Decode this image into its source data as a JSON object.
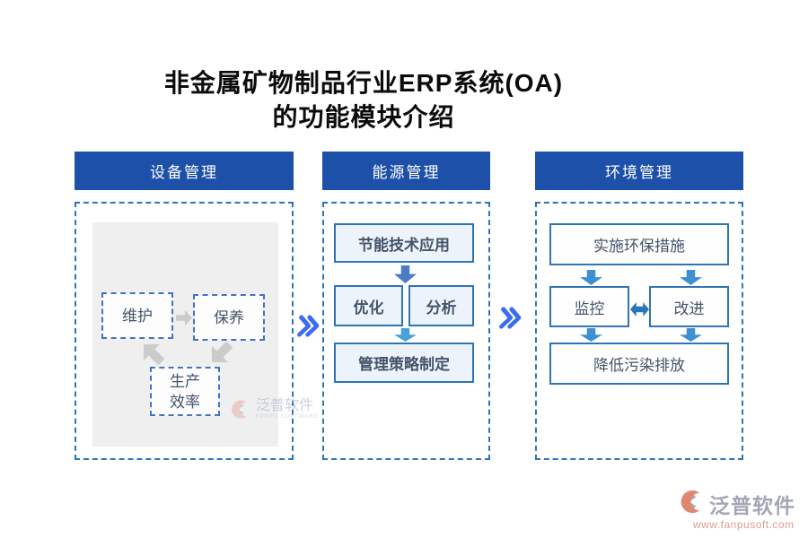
{
  "title": {
    "line1": "非金属矿物制品行业ERP系统(OA)",
    "line2": "的功能模块介绍"
  },
  "columns": [
    {
      "header": "设备管理",
      "boxes": [
        "维护",
        "保养",
        "生产\n效率"
      ]
    },
    {
      "header": "能源管理",
      "boxes": [
        "节能技术应用",
        "优化",
        "分析",
        "管理策略制定"
      ]
    },
    {
      "header": "环境管理",
      "boxes": [
        "实施环保措施",
        "监控",
        "改进",
        "降低污染排放"
      ]
    }
  ],
  "separator_chevron": "》",
  "watermarks": {
    "inner": {
      "brand": "泛普软件",
      "sub": "FANPU SOFTWARE"
    },
    "corner": {
      "brand": "泛普软件",
      "url": "www.fanpusoft.com"
    }
  },
  "colors": {
    "header_bg": "#1d50a8",
    "container_border": "#2e75b6",
    "cycle_box_border": "#4472c4",
    "cycle_panel_gray": "#efefef",
    "gray_arrow": "#cbcbcb",
    "energy_box_fill": "#edf3fa",
    "arrow_slate_blue": "#4b7cc1",
    "arrow_sky_blue": "#47a0da",
    "arrow_env_blue": "#3d8fd1",
    "double_arrow_blue": "#2e75b6",
    "chevron_blue": "#3b6cf2",
    "box_text": "#44546a",
    "watermark_gray": "#a3a7b3",
    "watermark_salmon": "#df9b92"
  }
}
